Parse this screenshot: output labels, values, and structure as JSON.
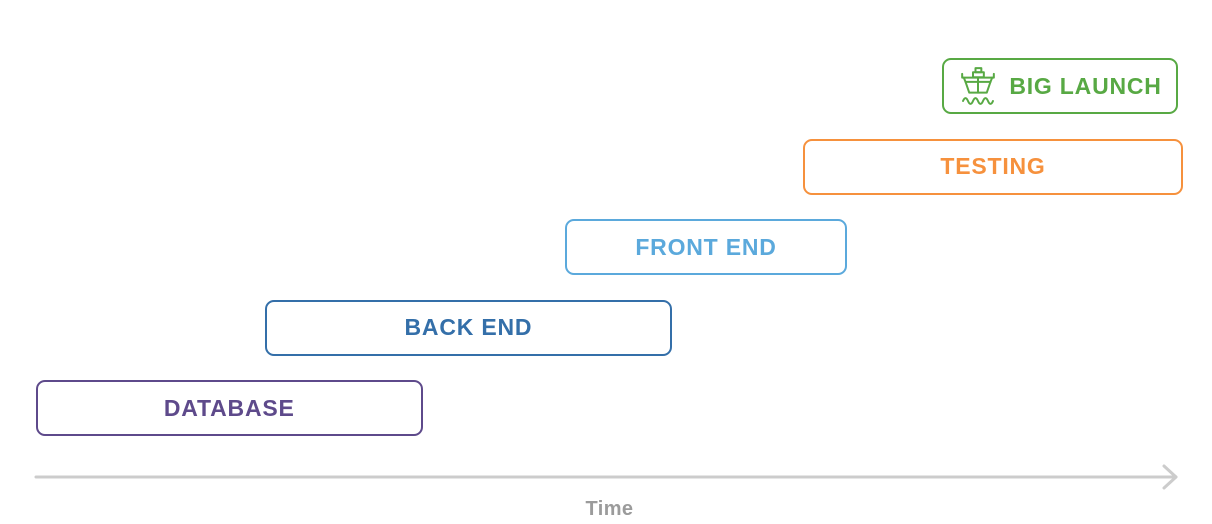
{
  "page": {
    "background_color": "#ffffff"
  },
  "timeline": {
    "type": "gantt",
    "axis_label": "Time",
    "arrow_color": "#cccccc",
    "axis_label_color": "#9b9b9b",
    "tasks": [
      {
        "name": "database",
        "label": "DATABASE",
        "color": "#5e4a8b",
        "row": 0,
        "start": 0.0,
        "end": 0.337
      },
      {
        "name": "back-end",
        "label": "BACK END",
        "color": "#346fa9",
        "row": 1,
        "start": 0.1996,
        "end": 0.5544
      },
      {
        "name": "front-end",
        "label": "FRONT END",
        "color": "#5ba9dc",
        "row": 2,
        "start": 0.4612,
        "end": 0.7071
      },
      {
        "name": "testing",
        "label": "TESTING",
        "color": "#f6913d",
        "row": 3,
        "start": 0.6687,
        "end": 1.0
      },
      {
        "name": "big-launch",
        "label": "BIG LAUNCH",
        "color": "#58a944",
        "row": 4,
        "start": 0.79,
        "end": 0.9956,
        "icon": "ship-icon"
      }
    ]
  }
}
